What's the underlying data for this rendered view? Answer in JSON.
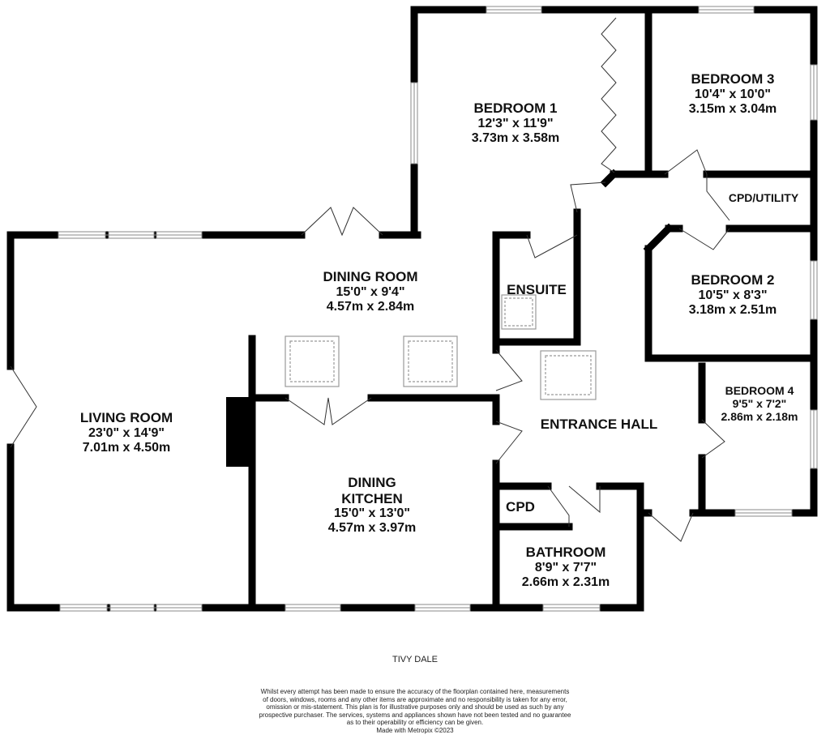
{
  "plan": {
    "title": "TIVY DALE",
    "wall_color": "#000000",
    "window_color": "#888888",
    "skylight_color": "#999999"
  },
  "rooms": {
    "bedroom1": {
      "name": "BEDROOM 1",
      "imperial": "12'3\"  x 11'9\"",
      "metric": "3.73m  x 3.58m"
    },
    "bedroom3": {
      "name": "BEDROOM 3",
      "imperial": "10'4\"  x 10'0\"",
      "metric": "3.15m  x 3.04m"
    },
    "cpd_utility": {
      "name": "CPD/UTILITY"
    },
    "dining_room": {
      "name": "DINING ROOM",
      "imperial": "15'0\"  x 9'4\"",
      "metric": "4.57m  x 2.84m"
    },
    "ensuite": {
      "name": "ENSUITE"
    },
    "bedroom2": {
      "name": "BEDROOM 2",
      "imperial": "10'5\"  x 8'3\"",
      "metric": "3.18m  x 2.51m"
    },
    "living_room": {
      "name": "LIVING ROOM",
      "imperial": "23'0\"  x 14'9\"",
      "metric": "7.01m  x 4.50m"
    },
    "entrance_hall": {
      "name": "ENTRANCE HALL"
    },
    "bedroom4": {
      "name": "BEDROOM 4",
      "imperial": "9'5\"  x 7'2\"",
      "metric": "2.86m  x 2.18m"
    },
    "dining_kitchen": {
      "name_line1": "DINING",
      "name_line2": "KITCHEN",
      "imperial": "15'0\"  x 13'0\"",
      "metric": "4.57m  x 3.97m"
    },
    "cpd": {
      "name": "CPD"
    },
    "bathroom": {
      "name": "BATHROOM",
      "imperial": "8'9\"  x 7'7\"",
      "metric": "2.66m  x 2.31m"
    }
  },
  "disclaimer": {
    "line1": "Whilst every attempt has been made to ensure the accuracy of the floorplan contained here, measurements",
    "line2": "of doors, windows, rooms and any other items are approximate and no responsibility is taken for any error,",
    "line3": "omission or mis-statement. This plan is for illustrative purposes only and should be used as such by any",
    "line4": "prospective purchaser. The services, systems and appliances shown have not been tested and no guarantee",
    "line5": "as to their operability or efficiency can be given.",
    "line6": "Made with Metropix ©2023"
  }
}
